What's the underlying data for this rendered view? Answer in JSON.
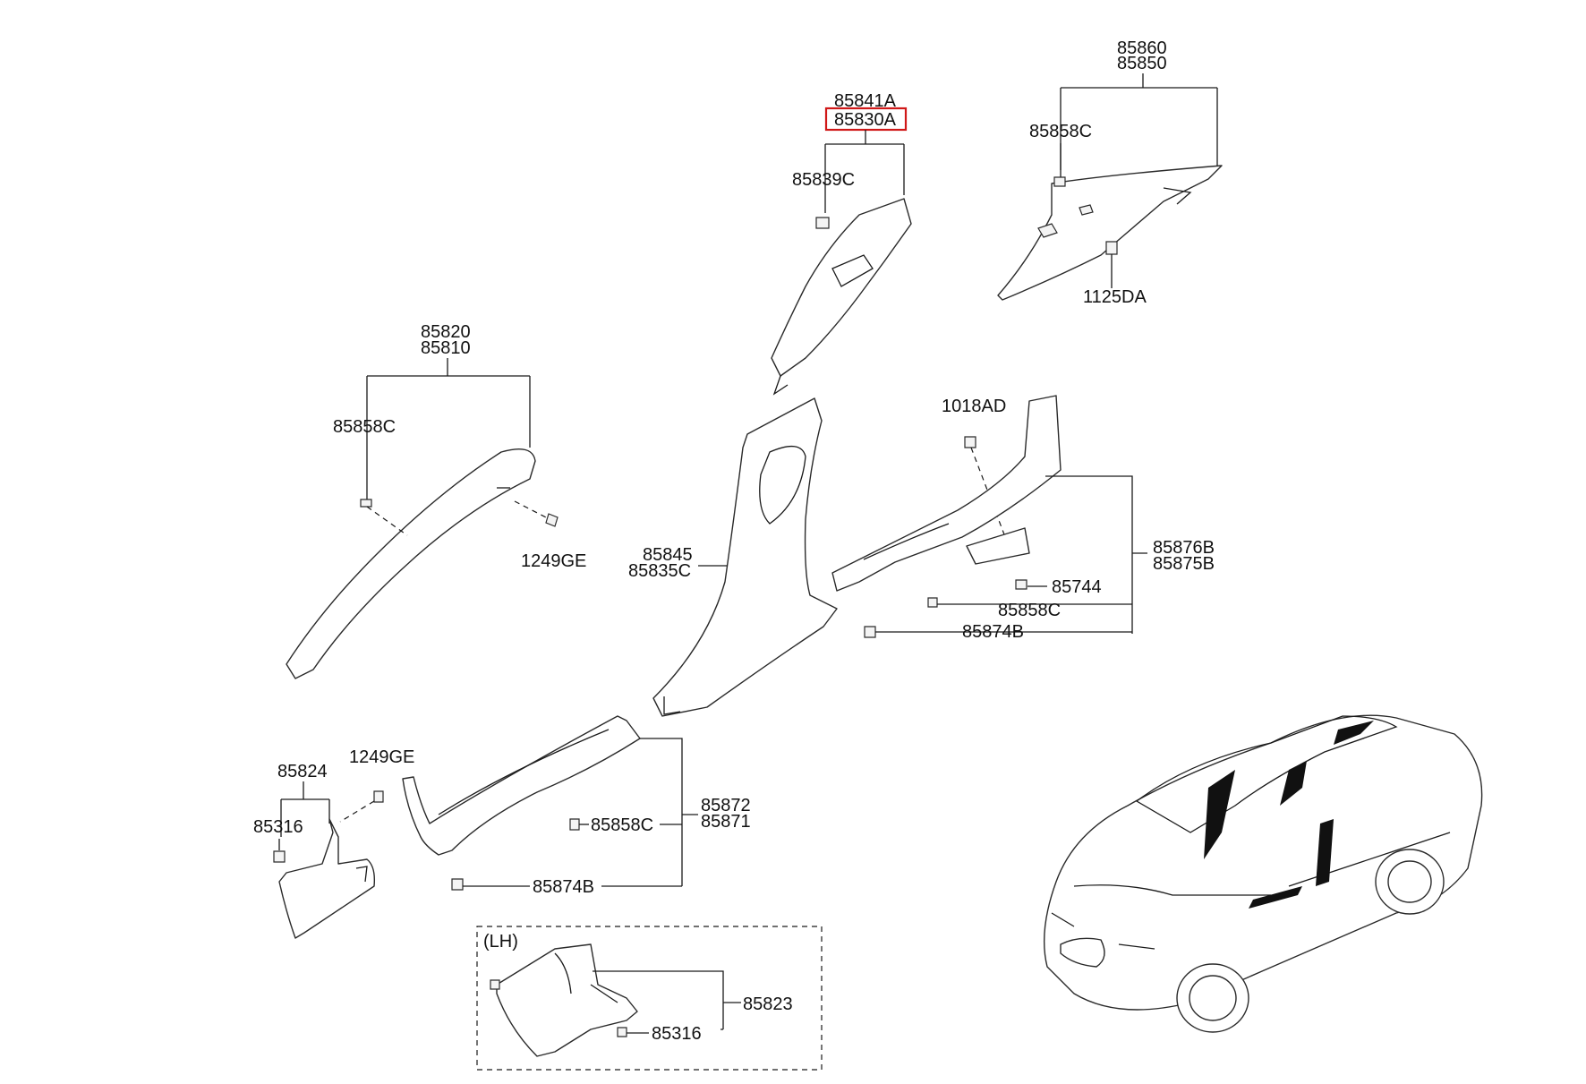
{
  "diagram": {
    "accent_color": "#d01818",
    "highlighted_part": "85830A",
    "inset_label": "(LH)",
    "labels": {
      "p85860": "85860",
      "p85850": "85850",
      "p85858C_top": "85858C",
      "p1125DA": "1125DA",
      "p85841A": "85841A",
      "p85830A": "85830A",
      "p85839C": "85839C",
      "p85820": "85820",
      "p85810": "85810",
      "p85858C_left": "85858C",
      "p1249GE_mid": "1249GE",
      "p1018AD": "1018AD",
      "p85845": "85845",
      "p85835C": "85835C",
      "p85876B": "85876B",
      "p85875B": "85875B",
      "p85744": "85744",
      "p85858C_right": "85858C",
      "p85874B_right": "85874B",
      "p85824": "85824",
      "p1249GE_low": "1249GE",
      "p85316_left": "85316",
      "p85872": "85872",
      "p85871": "85871",
      "p85858C_low": "85858C",
      "p85874B_low": "85874B",
      "p85823": "85823",
      "p85316_inset": "85316"
    }
  }
}
